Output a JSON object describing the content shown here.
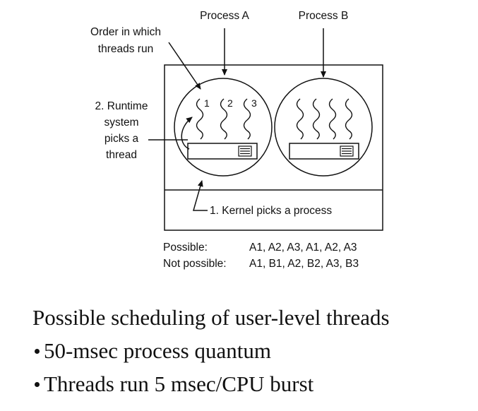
{
  "diagram": {
    "process_a_label": "Process A",
    "process_b_label": "Process B",
    "order_label_line1": "Order in which",
    "order_label_line2": "threads run",
    "runtime_label_lines": [
      "2. Runtime",
      "system",
      "picks a",
      "thread"
    ],
    "thread_numbers": [
      "1",
      "2",
      "3"
    ],
    "kernel_label": "1. Kernel picks a process",
    "possible_label": "Possible:",
    "possible_sequence": "A1, A2, A3, A1, A2, A3",
    "not_possible_label": "Not possible:",
    "not_possible_sequence": "A1, B1, A2, B2, A3, B3"
  },
  "caption": {
    "title": "Possible scheduling of user-level threads",
    "bullets": [
      "50-msec process quantum",
      "Threads run 5 msec/CPU burst"
    ]
  }
}
